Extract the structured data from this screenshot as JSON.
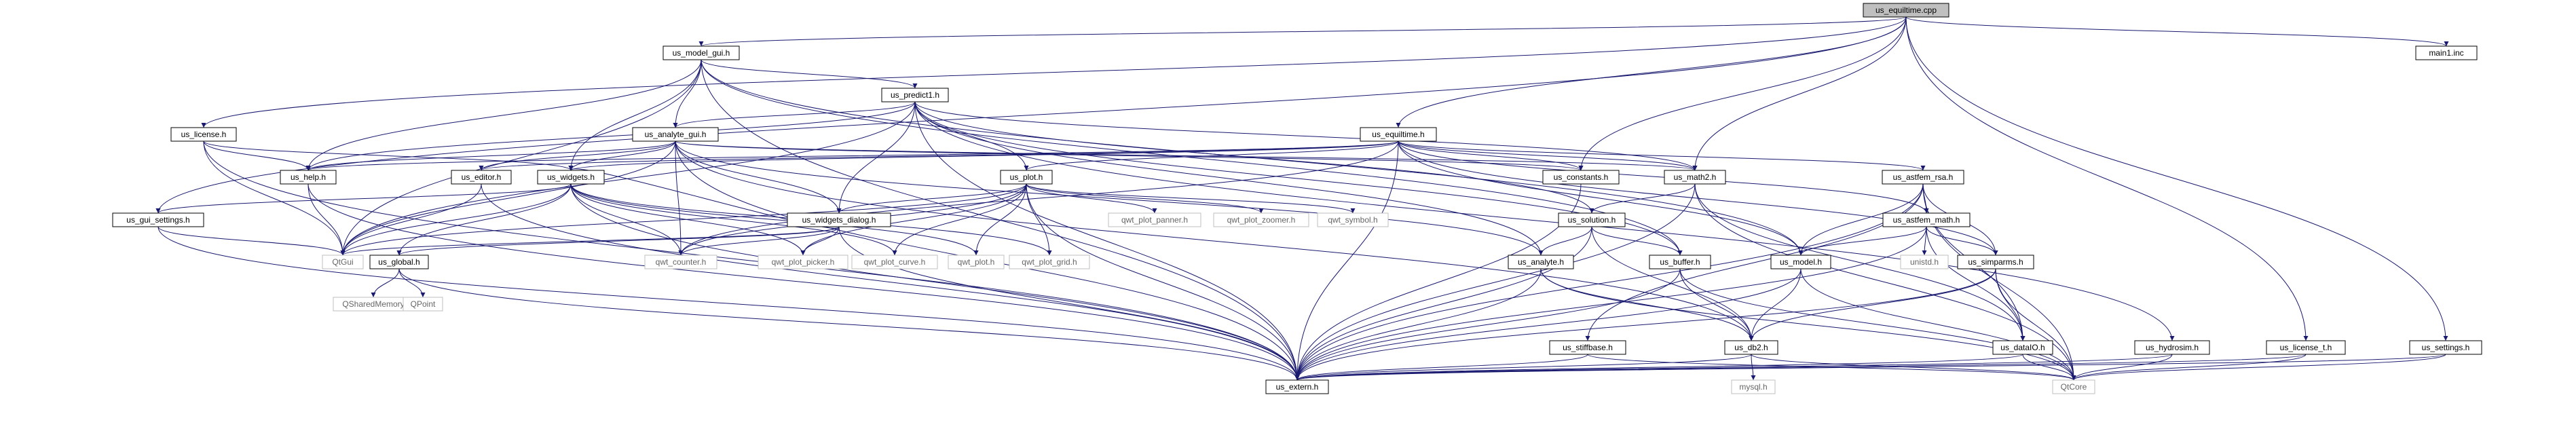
{
  "colors": {
    "edge": "#191970",
    "root_fill": "#bfbfbf",
    "node_fill": "#ffffff",
    "missing_border": "#bfbfbf"
  },
  "nodes": [
    {
      "id": "us_equiltime_cpp",
      "label": "us_equiltime.cpp",
      "kind": "root"
    },
    {
      "id": "us_model_gui_h",
      "label": "us_model_gui.h",
      "kind": "file"
    },
    {
      "id": "main1_inc",
      "label": "main1.inc",
      "kind": "file"
    },
    {
      "id": "us_predict1_h",
      "label": "us_predict1.h",
      "kind": "file"
    },
    {
      "id": "us_license_h",
      "label": "us_license.h",
      "kind": "file"
    },
    {
      "id": "us_analyte_gui_h",
      "label": "us_analyte_gui.h",
      "kind": "file"
    },
    {
      "id": "us_equiltime_h",
      "label": "us_equiltime.h",
      "kind": "file"
    },
    {
      "id": "us_help_h",
      "label": "us_help.h",
      "kind": "file"
    },
    {
      "id": "us_editor_h",
      "label": "us_editor.h",
      "kind": "file"
    },
    {
      "id": "us_widgets_h",
      "label": "us_widgets.h",
      "kind": "file"
    },
    {
      "id": "us_plot_h",
      "label": "us_plot.h",
      "kind": "file"
    },
    {
      "id": "us_constants_h",
      "label": "us_constants.h",
      "kind": "file"
    },
    {
      "id": "us_math2_h",
      "label": "us_math2.h",
      "kind": "file"
    },
    {
      "id": "us_astfem_rsa_h",
      "label": "us_astfem_rsa.h",
      "kind": "file"
    },
    {
      "id": "us_gui_settings_h",
      "label": "us_gui_settings.h",
      "kind": "file"
    },
    {
      "id": "us_widgets_dialog_h",
      "label": "us_widgets_dialog.h",
      "kind": "file"
    },
    {
      "id": "qwt_plot_panner_h",
      "label": "qwt_plot_panner.h",
      "kind": "external"
    },
    {
      "id": "qwt_plot_zoomer_h",
      "label": "qwt_plot_zoomer.h",
      "kind": "external"
    },
    {
      "id": "qwt_symbol_h",
      "label": "qwt_symbol.h",
      "kind": "external"
    },
    {
      "id": "us_solution_h",
      "label": "us_solution.h",
      "kind": "file"
    },
    {
      "id": "us_astfem_math_h",
      "label": "us_astfem_math.h",
      "kind": "file"
    },
    {
      "id": "QtGui",
      "label": "QtGui",
      "kind": "external"
    },
    {
      "id": "us_global_h",
      "label": "us_global.h",
      "kind": "file"
    },
    {
      "id": "qwt_counter_h",
      "label": "qwt_counter.h",
      "kind": "external"
    },
    {
      "id": "qwt_plot_picker_h",
      "label": "qwt_plot_picker.h",
      "kind": "external"
    },
    {
      "id": "qwt_plot_curve_h",
      "label": "qwt_plot_curve.h",
      "kind": "external"
    },
    {
      "id": "qwt_plot_h",
      "label": "qwt_plot.h",
      "kind": "external"
    },
    {
      "id": "qwt_plot_grid_h",
      "label": "qwt_plot_grid.h",
      "kind": "external"
    },
    {
      "id": "us_analyte_h",
      "label": "us_analyte.h",
      "kind": "file"
    },
    {
      "id": "us_buffer_h",
      "label": "us_buffer.h",
      "kind": "file"
    },
    {
      "id": "us_model_h",
      "label": "us_model.h",
      "kind": "file"
    },
    {
      "id": "unistd_h",
      "label": "unistd.h",
      "kind": "external"
    },
    {
      "id": "us_simparms_h",
      "label": "us_simparms.h",
      "kind": "file"
    },
    {
      "id": "QSharedMemory",
      "label": "QSharedMemory",
      "kind": "external"
    },
    {
      "id": "QPoint",
      "label": "QPoint",
      "kind": "external"
    },
    {
      "id": "us_stiffbase_h",
      "label": "us_stiffbase.h",
      "kind": "file"
    },
    {
      "id": "us_db2_h",
      "label": "us_db2.h",
      "kind": "file"
    },
    {
      "id": "us_dataIO_h",
      "label": "us_dataIO.h",
      "kind": "file"
    },
    {
      "id": "us_hydrosim_h",
      "label": "us_hydrosim.h",
      "kind": "file"
    },
    {
      "id": "us_license_t_h",
      "label": "us_license_t.h",
      "kind": "file"
    },
    {
      "id": "us_settings_h",
      "label": "us_settings.h",
      "kind": "file"
    },
    {
      "id": "mysql_h",
      "label": "mysql.h",
      "kind": "external"
    },
    {
      "id": "us_extern_h",
      "label": "us_extern.h",
      "kind": "file"
    },
    {
      "id": "QtCore",
      "label": "QtCore",
      "kind": "external"
    }
  ],
  "edges": [
    [
      "us_equiltime_cpp",
      "us_model_gui_h"
    ],
    [
      "us_equiltime_cpp",
      "main1_inc"
    ],
    [
      "us_equiltime_cpp",
      "us_equiltime_h"
    ],
    [
      "us_equiltime_cpp",
      "us_license_h"
    ],
    [
      "us_equiltime_cpp",
      "us_gui_settings_h"
    ],
    [
      "us_equiltime_cpp",
      "us_constants_h"
    ],
    [
      "us_equiltime_cpp",
      "us_math2_h"
    ],
    [
      "us_equiltime_cpp",
      "us_license_t_h"
    ],
    [
      "us_equiltime_cpp",
      "us_settings_h"
    ],
    [
      "us_model_gui_h",
      "us_predict1_h"
    ],
    [
      "us_model_gui_h",
      "us_analyte_gui_h"
    ],
    [
      "us_model_gui_h",
      "us_widgets_h"
    ],
    [
      "us_model_gui_h",
      "us_help_h"
    ],
    [
      "us_model_gui_h",
      "QtGui"
    ],
    [
      "us_model_gui_h",
      "us_extern_h"
    ],
    [
      "us_model_gui_h",
      "us_model_h"
    ],
    [
      "us_model_gui_h",
      "us_buffer_h"
    ],
    [
      "us_predict1_h",
      "us_analyte_gui_h"
    ],
    [
      "us_predict1_h",
      "us_plot_h"
    ],
    [
      "us_predict1_h",
      "us_widgets_dialog_h"
    ],
    [
      "us_predict1_h",
      "us_help_h"
    ],
    [
      "us_predict1_h",
      "us_math2_h"
    ],
    [
      "us_predict1_h",
      "us_solution_h"
    ],
    [
      "us_predict1_h",
      "us_analyte_h"
    ],
    [
      "us_predict1_h",
      "us_buffer_h"
    ],
    [
      "us_predict1_h",
      "us_hydrosim_h"
    ],
    [
      "us_predict1_h",
      "us_extern_h"
    ],
    [
      "us_predict1_h",
      "QtGui"
    ],
    [
      "us_license_h",
      "us_help_h"
    ],
    [
      "us_license_h",
      "us_widgets_h"
    ],
    [
      "us_license_h",
      "QtGui"
    ],
    [
      "us_license_h",
      "us_extern_h"
    ],
    [
      "us_analyte_gui_h",
      "us_help_h"
    ],
    [
      "us_analyte_gui_h",
      "us_editor_h"
    ],
    [
      "us_analyte_gui_h",
      "us_widgets_h"
    ],
    [
      "us_analyte_gui_h",
      "us_widgets_dialog_h"
    ],
    [
      "us_analyte_gui_h",
      "us_constants_h"
    ],
    [
      "us_analyte_gui_h",
      "us_analyte_h"
    ],
    [
      "us_analyte_gui_h",
      "us_db2_h"
    ],
    [
      "us_analyte_gui_h",
      "qwt_counter_h"
    ],
    [
      "us_analyte_gui_h",
      "QtGui"
    ],
    [
      "us_analyte_gui_h",
      "us_extern_h"
    ],
    [
      "us_analyte_gui_h",
      "us_math2_h"
    ],
    [
      "us_equiltime_h",
      "us_help_h"
    ],
    [
      "us_equiltime_h",
      "us_editor_h"
    ],
    [
      "us_equiltime_h",
      "us_widgets_h"
    ],
    [
      "us_equiltime_h",
      "us_plot_h"
    ],
    [
      "us_equiltime_h",
      "us_constants_h"
    ],
    [
      "us_equiltime_h",
      "us_math2_h"
    ],
    [
      "us_equiltime_h",
      "us_astfem_rsa_h"
    ],
    [
      "us_equiltime_h",
      "us_extern_h"
    ],
    [
      "us_equiltime_h",
      "us_model_h"
    ],
    [
      "us_equiltime_h",
      "qwt_counter_h"
    ],
    [
      "us_equiltime_h",
      "us_simparms_h"
    ],
    [
      "us_equiltime_h",
      "us_astfem_math_h"
    ],
    [
      "us_help_h",
      "QtGui"
    ],
    [
      "us_help_h",
      "us_extern_h"
    ],
    [
      "us_editor_h",
      "QtGui"
    ],
    [
      "us_editor_h",
      "us_extern_h"
    ],
    [
      "us_widgets_h",
      "us_gui_settings_h"
    ],
    [
      "us_widgets_h",
      "QtGui"
    ],
    [
      "us_widgets_h",
      "us_global_h"
    ],
    [
      "us_widgets_h",
      "qwt_counter_h"
    ],
    [
      "us_widgets_h",
      "qwt_plot_picker_h"
    ],
    [
      "us_widgets_h",
      "qwt_plot_curve_h"
    ],
    [
      "us_widgets_h",
      "qwt_plot_h"
    ],
    [
      "us_widgets_h",
      "qwt_plot_grid_h"
    ],
    [
      "us_widgets_h",
      "us_extern_h"
    ],
    [
      "us_plot_h",
      "QtGui"
    ],
    [
      "us_plot_h",
      "us_widgets_dialog_h"
    ],
    [
      "us_plot_h",
      "qwt_plot_panner_h"
    ],
    [
      "us_plot_h",
      "qwt_plot_zoomer_h"
    ],
    [
      "us_plot_h",
      "qwt_symbol_h"
    ],
    [
      "us_plot_h",
      "qwt_plot_picker_h"
    ],
    [
      "us_plot_h",
      "qwt_plot_curve_h"
    ],
    [
      "us_plot_h",
      "qwt_plot_h"
    ],
    [
      "us_plot_h",
      "qwt_plot_grid_h"
    ],
    [
      "us_plot_h",
      "qwt_counter_h"
    ],
    [
      "us_plot_h",
      "us_extern_h"
    ],
    [
      "us_constants_h",
      "us_extern_h"
    ],
    [
      "us_math2_h",
      "us_solution_h"
    ],
    [
      "us_math2_h",
      "us_dataIO_h"
    ],
    [
      "us_math2_h",
      "us_extern_h"
    ],
    [
      "us_math2_h",
      "QtCore"
    ],
    [
      "us_astfem_rsa_h",
      "us_astfem_math_h"
    ],
    [
      "us_astfem_rsa_h",
      "us_model_h"
    ],
    [
      "us_astfem_rsa_h",
      "us_simparms_h"
    ],
    [
      "us_astfem_rsa_h",
      "us_stiffbase_h"
    ],
    [
      "us_astfem_rsa_h",
      "us_dataIO_h"
    ],
    [
      "us_astfem_rsa_h",
      "us_extern_h"
    ],
    [
      "us_astfem_rsa_h",
      "QtCore"
    ],
    [
      "us_gui_settings_h",
      "QtGui"
    ],
    [
      "us_gui_settings_h",
      "us_extern_h"
    ],
    [
      "us_widgets_dialog_h",
      "us_widgets_h"
    ],
    [
      "us_widgets_dialog_h",
      "QtGui"
    ],
    [
      "us_widgets_dialog_h",
      "qwt_counter_h"
    ],
    [
      "us_widgets_dialog_h",
      "qwt_plot_picker_h"
    ],
    [
      "us_widgets_dialog_h",
      "us_global_h"
    ],
    [
      "us_widgets_dialog_h",
      "us_extern_h"
    ],
    [
      "us_solution_h",
      "us_analyte_h"
    ],
    [
      "us_solution_h",
      "us_buffer_h"
    ],
    [
      "us_solution_h",
      "us_extern_h"
    ],
    [
      "us_solution_h",
      "us_db2_h"
    ],
    [
      "us_astfem_math_h",
      "us_model_h"
    ],
    [
      "us_astfem_math_h",
      "us_simparms_h"
    ],
    [
      "us_astfem_math_h",
      "unistd_h"
    ],
    [
      "us_astfem_math_h",
      "us_dataIO_h"
    ],
    [
      "us_astfem_math_h",
      "us_extern_h"
    ],
    [
      "us_global_h",
      "QSharedMemory"
    ],
    [
      "us_global_h",
      "QPoint"
    ],
    [
      "us_global_h",
      "us_extern_h"
    ],
    [
      "us_analyte_h",
      "us_db2_h"
    ],
    [
      "us_analyte_h",
      "us_extern_h"
    ],
    [
      "us_analyte_h",
      "QtCore"
    ],
    [
      "us_buffer_h",
      "us_db2_h"
    ],
    [
      "us_buffer_h",
      "us_extern_h"
    ],
    [
      "us_buffer_h",
      "QtCore"
    ],
    [
      "us_model_h",
      "us_db2_h"
    ],
    [
      "us_model_h",
      "us_extern_h"
    ],
    [
      "us_model_h",
      "QtCore"
    ],
    [
      "us_simparms_h",
      "us_db2_h"
    ],
    [
      "us_simparms_h",
      "us_dataIO_h"
    ],
    [
      "us_simparms_h",
      "us_extern_h"
    ],
    [
      "us_simparms_h",
      "QtCore"
    ],
    [
      "us_stiffbase_h",
      "us_extern_h"
    ],
    [
      "us_stiffbase_h",
      "QtCore"
    ],
    [
      "us_db2_h",
      "mysql_h"
    ],
    [
      "us_db2_h",
      "us_extern_h"
    ],
    [
      "us_db2_h",
      "QtCore"
    ],
    [
      "us_dataIO_h",
      "us_extern_h"
    ],
    [
      "us_dataIO_h",
      "QtCore"
    ],
    [
      "us_hydrosim_h",
      "us_extern_h"
    ],
    [
      "us_hydrosim_h",
      "QtCore"
    ],
    [
      "us_license_t_h",
      "us_extern_h"
    ],
    [
      "us_license_t_h",
      "QtCore"
    ],
    [
      "us_settings_h",
      "us_extern_h"
    ],
    [
      "us_settings_h",
      "QtCore"
    ]
  ]
}
